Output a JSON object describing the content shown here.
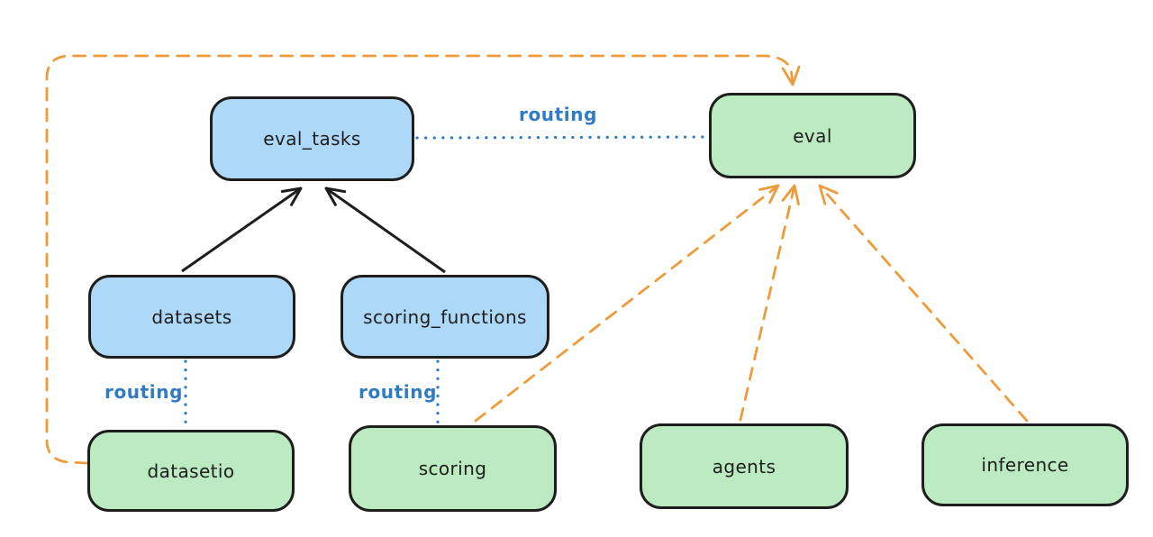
{
  "colors": {
    "background": "#ffffff",
    "node_blue_fill": "#aed8f8",
    "node_green_fill": "#bceac1",
    "node_border": "#1e1e1e",
    "edge_black": "#1e1e1e",
    "edge_orange": "#ee9b3c",
    "edge_blue": "#2f7cc4"
  },
  "nodes": {
    "eval_tasks": {
      "label": "eval_tasks",
      "fill": "blue"
    },
    "eval": {
      "label": "eval",
      "fill": "green"
    },
    "datasets": {
      "label": "datasets",
      "fill": "blue"
    },
    "scoring_functions": {
      "label": "scoring_functions",
      "fill": "blue"
    },
    "datasetio": {
      "label": "datasetio",
      "fill": "green"
    },
    "scoring": {
      "label": "scoring",
      "fill": "green"
    },
    "agents": {
      "label": "agents",
      "fill": "green"
    },
    "inference": {
      "label": "inference",
      "fill": "green"
    }
  },
  "edges": [
    {
      "from": "datasets",
      "to": "eval_tasks",
      "style": "solid",
      "color": "black",
      "arrow": true
    },
    {
      "from": "scoring_functions",
      "to": "eval_tasks",
      "style": "solid",
      "color": "black",
      "arrow": true
    },
    {
      "from": "eval_tasks",
      "to": "eval",
      "style": "dotted",
      "color": "blue",
      "arrow": false,
      "label": "routing"
    },
    {
      "from": "datasets",
      "to": "datasetio",
      "style": "dotted",
      "color": "blue",
      "arrow": false,
      "label": "routing"
    },
    {
      "from": "scoring_functions",
      "to": "scoring",
      "style": "dotted",
      "color": "blue",
      "arrow": false,
      "label": "routing"
    },
    {
      "from": "datasetio",
      "to": "eval",
      "style": "dashed",
      "color": "orange",
      "arrow": true
    },
    {
      "from": "scoring",
      "to": "eval",
      "style": "dashed",
      "color": "orange",
      "arrow": true
    },
    {
      "from": "agents",
      "to": "eval",
      "style": "dashed",
      "color": "orange",
      "arrow": true
    },
    {
      "from": "inference",
      "to": "eval",
      "style": "dashed",
      "color": "orange",
      "arrow": true
    }
  ]
}
